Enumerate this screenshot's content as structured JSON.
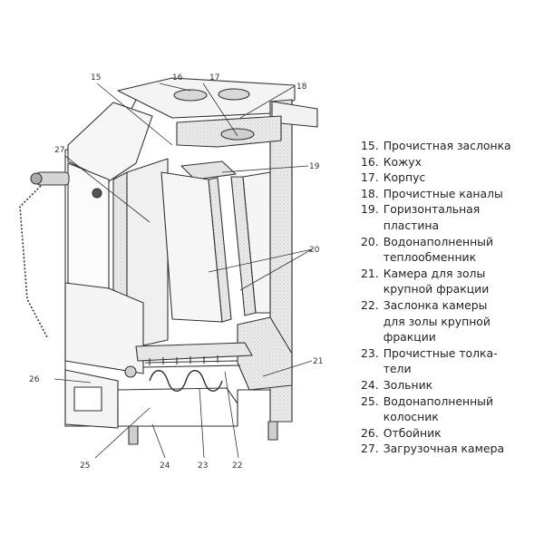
{
  "diagram": {
    "callouts": [
      "15",
      "16",
      "17",
      "18",
      "19",
      "20",
      "21",
      "22",
      "23",
      "24",
      "25",
      "26",
      "27"
    ],
    "legend": [
      {
        "num": "15.",
        "text": "Прочистная заслонка"
      },
      {
        "num": "16.",
        "text": "Кожух"
      },
      {
        "num": "17.",
        "text": "Корпус"
      },
      {
        "num": "18.",
        "text": "Прочистные каналы"
      },
      {
        "num": "19.",
        "text": "Горизонтальная\nпластина"
      },
      {
        "num": "20.",
        "text": "Водонаполненный\nтеплообменник"
      },
      {
        "num": "21.",
        "text": "Камера для золы\nкрупной фракции"
      },
      {
        "num": "22.",
        "text": "Заслонка камеры\nдля золы крупной\nфракции"
      },
      {
        "num": "23.",
        "text": "Прочистные толка-\nтели"
      },
      {
        "num": "24.",
        "text": "Зольник"
      },
      {
        "num": "25.",
        "text": "Водонаполненный\nколосник"
      },
      {
        "num": "26.",
        "text": "Отбойник"
      },
      {
        "num": "27.",
        "text": "Загрузочная камера"
      }
    ]
  }
}
